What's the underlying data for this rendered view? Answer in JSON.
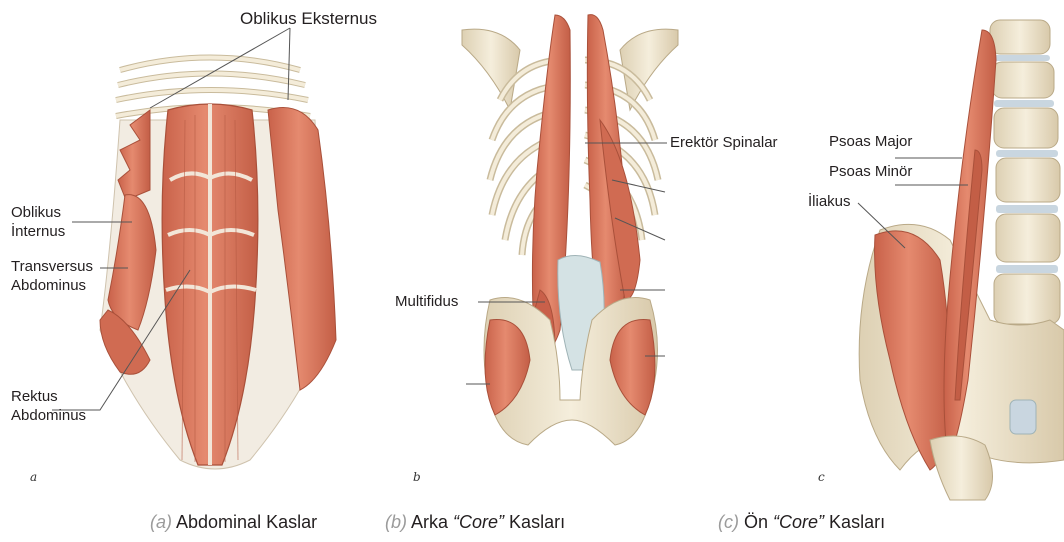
{
  "labels": {
    "oblikus_eksternus": "Oblikus Eksternus",
    "oblikus_internus_1": "Oblikus",
    "oblikus_internus_2": "İnternus",
    "transversus_1": "Transversus",
    "transversus_2": "Abdominus",
    "rektus_1": "Rektus",
    "rektus_2": "Abdominus",
    "erektor": "Erektör Spinalar",
    "multifidus": "Multifidus",
    "psoas_major": "Psoas Major",
    "psoas_minor": "Psoas Minör",
    "iliakus": "İliakus"
  },
  "panel_letters": {
    "a": "a",
    "b": "b",
    "c": "c"
  },
  "captions": {
    "a": {
      "letter": "(a)",
      "text": "Abdominal Kaslar"
    },
    "b": {
      "letter": "(b)",
      "pre": "Arka ",
      "quoted": "“Core”",
      "post": " Kasları"
    },
    "c": {
      "letter": "(c)",
      "pre": "Ön ",
      "quoted": "“Core”",
      "post": " Kasları"
    }
  },
  "colors": {
    "muscle": "#d9735a",
    "muscle_dark": "#b8553f",
    "muscle_light": "#ec9a82",
    "bone": "#eee4cf",
    "bone_shade": "#d4c6a8",
    "fascia": "#f3eee6",
    "leader": "#555555"
  }
}
